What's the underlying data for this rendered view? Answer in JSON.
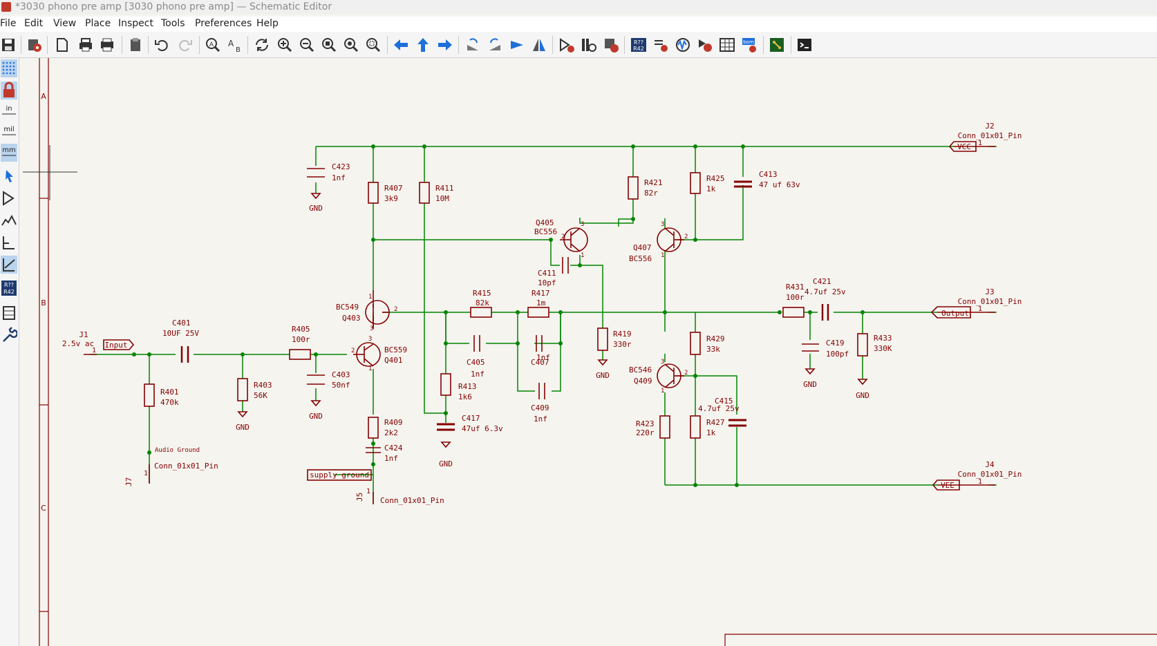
{
  "window": {
    "title": "*3030 phono pre amp [3030 phono pre amp] — Schematic Editor"
  },
  "menu": [
    "File",
    "Edit",
    "View",
    "Place",
    "Inspect",
    "Tools",
    "Preferences",
    "Help"
  ],
  "toolbar": [
    "save-icon",
    "schematic-setup-icon",
    "page-settings-icon",
    "print-icon",
    "plot-icon",
    "paste-icon",
    "undo-icon",
    "redo-icon",
    "find-icon",
    "find-replace-icon",
    "refresh-icon",
    "zoom-in-icon",
    "zoom-out-icon",
    "zoom-fit-icon",
    "zoom-objects-icon",
    "zoom-selection-icon",
    "navigate-back-icon",
    "navigate-up-icon",
    "navigate-forward-icon",
    "rotate-ccw-icon",
    "rotate-cw-icon",
    "mirror-vertical-icon",
    "mirror-horizontal-icon",
    "symbol-editor-icon",
    "symbol-library-browser-icon",
    "footprint-editor-icon",
    "annotate-icon",
    "erc-icon",
    "simulator-icon",
    "footprint-assign-icon",
    "bom-icon",
    "generate-bom-icon",
    "pcb-editor-icon",
    "scripting-console-icon"
  ],
  "left_toolbar": [
    "grid-icon",
    "lock-icon",
    "units-inch",
    "units-mil",
    "units-mm",
    "cursor-icon",
    "hierarchy-icon",
    "pin-icon",
    "power-icon",
    "bus-icon",
    "annotation-icon",
    "bus-entry-icon",
    "properties-icon"
  ],
  "units": {
    "inch": "in",
    "mil": "mil",
    "mm": "mm"
  },
  "sheet_rows": [
    "A",
    "B",
    "C"
  ],
  "schematic": {
    "labels": [
      {
        "id": "C423",
        "text": "C423",
        "v": "1nf"
      },
      {
        "id": "R407",
        "text": "R407",
        "v": "3k9"
      },
      {
        "id": "R411",
        "text": "R411",
        "v": "10M"
      },
      {
        "id": "R421",
        "text": "R421",
        "v": "82r"
      },
      {
        "id": "R425",
        "text": "R425",
        "v": "1k"
      },
      {
        "id": "C413",
        "text": "C413",
        "v": "47 uf 63v"
      },
      {
        "id": "Q405",
        "text": "Q405",
        "v": "BC556"
      },
      {
        "id": "Q407",
        "text": "Q407",
        "v": "BC556"
      },
      {
        "id": "C411",
        "text": "C411",
        "v": "10pf"
      },
      {
        "id": "R415",
        "text": "R415",
        "v": "82k"
      },
      {
        "id": "R417",
        "text": "R417",
        "v": "1m"
      },
      {
        "id": "R419",
        "text": "R419",
        "v": "330r"
      },
      {
        "id": "R431",
        "text": "R431",
        "v": "100r"
      },
      {
        "id": "C421",
        "text": "C421",
        "v": "4.7uf 25v"
      },
      {
        "id": "Q403",
        "text": "BC549",
        "v": "Q403"
      },
      {
        "id": "Q401",
        "text": "BC559",
        "v": "Q401"
      },
      {
        "id": "C401",
        "text": "C401",
        "v": "10UF 25V"
      },
      {
        "id": "R405",
        "text": "R405",
        "v": "100r"
      },
      {
        "id": "R401",
        "text": "R401",
        "v": "470k"
      },
      {
        "id": "R403",
        "text": "R403",
        "v": "56K"
      },
      {
        "id": "C403",
        "text": "C403",
        "v": "50nf"
      },
      {
        "id": "C405",
        "text": "C405",
        "v": "1nf"
      },
      {
        "id": "C407",
        "text": "C407",
        "v": "1nf"
      },
      {
        "id": "C409",
        "text": "C409",
        "v": "1nf"
      },
      {
        "id": "R413",
        "text": "R413",
        "v": "1k6"
      },
      {
        "id": "C417",
        "text": "C417",
        "v": "47uf 6.3v"
      },
      {
        "id": "R409",
        "text": "R409",
        "v": "2k2"
      },
      {
        "id": "C424",
        "text": "C424",
        "v": "1nf"
      },
      {
        "id": "R429",
        "text": "R429",
        "v": "33k"
      },
      {
        "id": "Q409",
        "text": "BC546",
        "v": "Q409"
      },
      {
        "id": "C415",
        "text": "C415",
        "v": "4.7uf 25v"
      },
      {
        "id": "R423",
        "text": "R423",
        "v": "220r"
      },
      {
        "id": "R427",
        "text": "R427",
        "v": "1k"
      },
      {
        "id": "C419",
        "text": "C419",
        "v": "100pf"
      },
      {
        "id": "R433",
        "text": "R433",
        "v": "330K"
      }
    ],
    "gnd": "GND",
    "connectors": [
      {
        "ref": "J1",
        "v": "2.5v ac",
        "pin": "1"
      },
      {
        "ref": "J2",
        "v": "Conn_01x01_Pin",
        "pin": "1"
      },
      {
        "ref": "J3",
        "v": "Conn_01x01_Pin",
        "pin": "1"
      },
      {
        "ref": "J4",
        "v": "Conn_01x01_Pin",
        "pin": "1"
      },
      {
        "ref": "J5",
        "v": "Conn_01x01_Pin",
        "pin": "1"
      },
      {
        "ref": "J7",
        "v": "Conn_01x01_Pin",
        "pin": "1"
      }
    ],
    "net_labels": {
      "input": "Input",
      "output": "Output",
      "vcc": "VCC",
      "vee": "VEE",
      "supply_ground": "supply ground",
      "audio_ground": "Audio Ground"
    },
    "pins": [
      "1",
      "2",
      "3"
    ]
  },
  "colors": {
    "wire": "#008400",
    "component": "#840000",
    "text": "#840000",
    "background": "#f5f4ef",
    "border": "#840000"
  }
}
